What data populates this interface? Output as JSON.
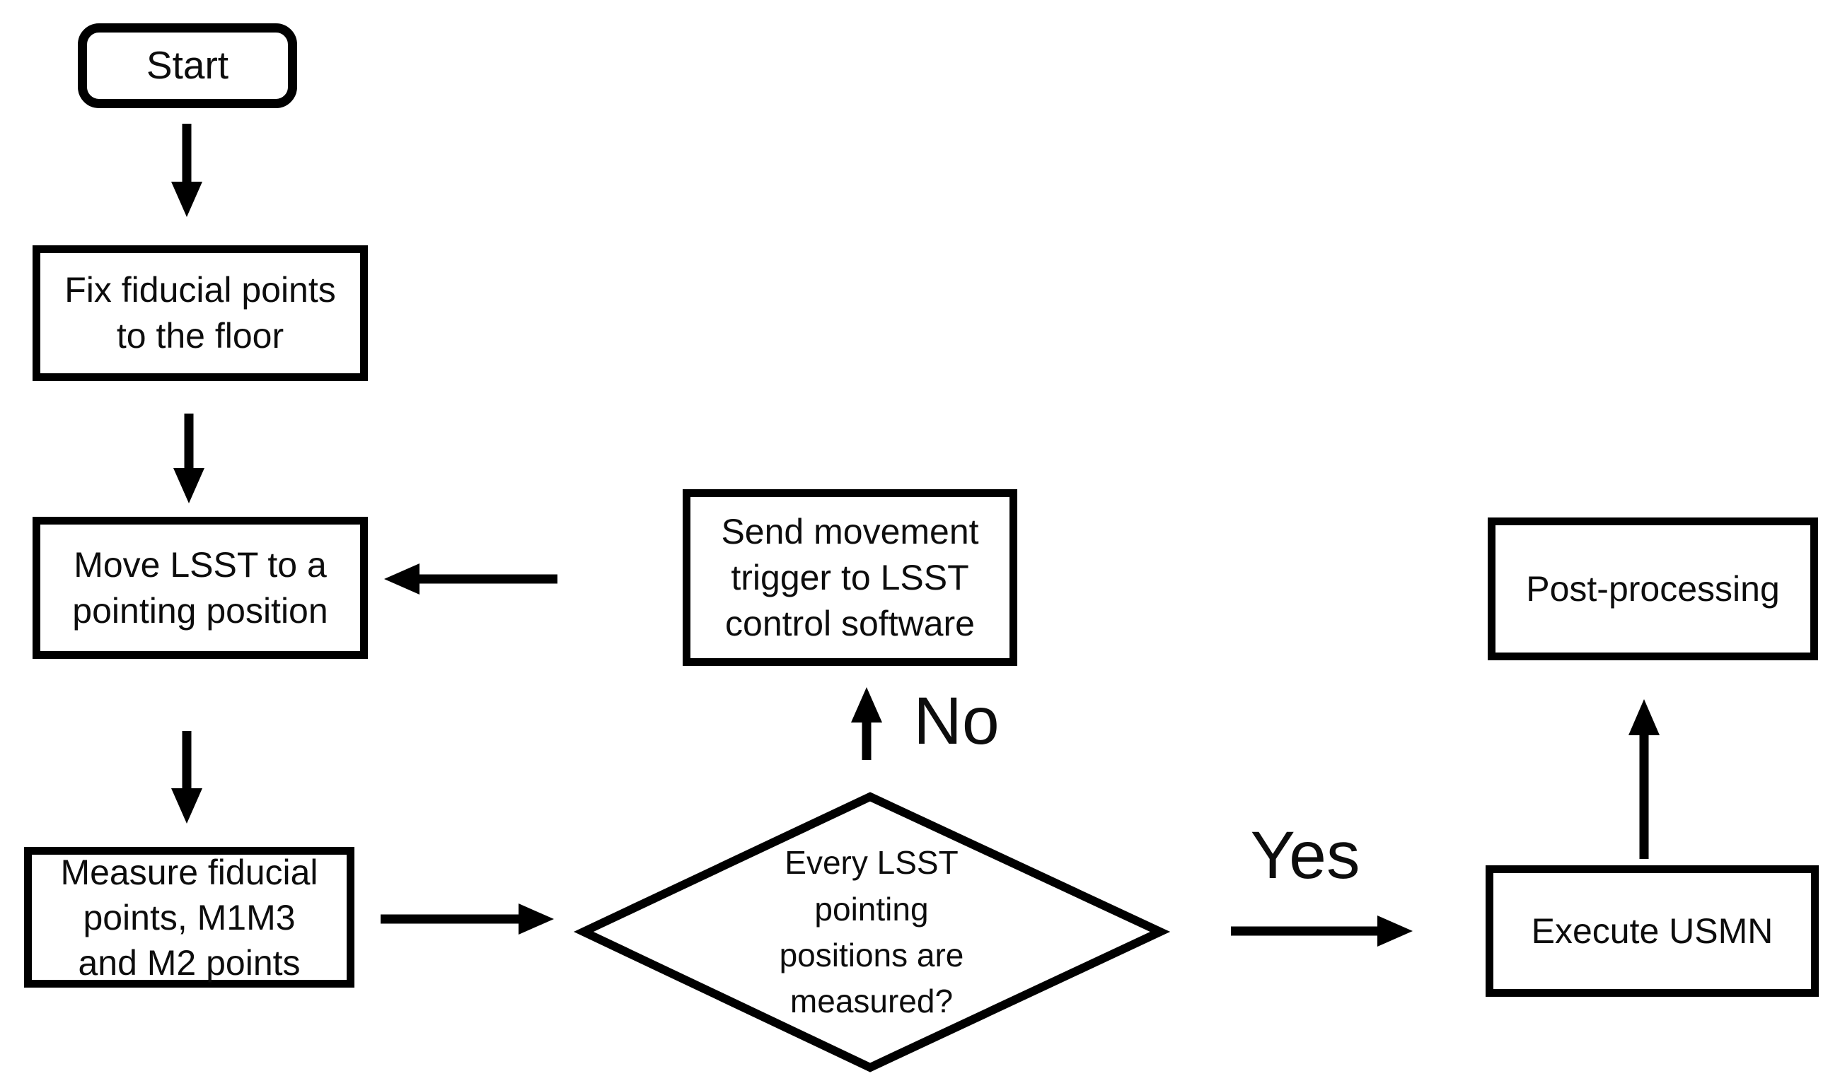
{
  "flowchart": {
    "nodes": {
      "start": {
        "label": "Start"
      },
      "fix_fiducial": {
        "label": "Fix fiducial points\nto the floor"
      },
      "move_lsst": {
        "label": "Move LSST to a\npointing position"
      },
      "measure": {
        "label": "Measure fiducial\npoints, M1M3\nand M2 points"
      },
      "send_trigger": {
        "label": "Send movement\ntrigger to LSST\ncontrol software"
      },
      "decision": {
        "label": "Every LSST\npointing\npositions are\nmeasured?"
      },
      "execute_usmn": {
        "label": "Execute USMN"
      },
      "post_processing": {
        "label": "Post-processing"
      }
    },
    "edge_labels": {
      "no": "No",
      "yes": "Yes"
    },
    "colors": {
      "stroke": "#000000",
      "fill": "#ffffff",
      "background": "#ffffff",
      "text": "#0d0d0d"
    }
  }
}
